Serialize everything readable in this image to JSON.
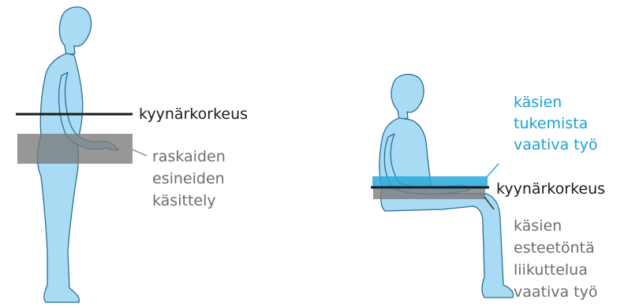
{
  "standing": {
    "elbow_label": "kyynärkorkeus",
    "zone_label_lines": [
      "raskaiden",
      "esineiden",
      "käsittely"
    ]
  },
  "seated": {
    "support_label_lines": [
      "käsien",
      "tukemista",
      "vaativa työ"
    ],
    "elbow_label": "kyynärkorkeus",
    "free_label_lines": [
      "käsien",
      "esteetöntä",
      "liikuttelua",
      "vaativa työ"
    ]
  },
  "colors": {
    "figure_fill": "#a9dcf4",
    "figure_outline": "#2a6f93",
    "heavy_zone": "#7a7a7a",
    "support_zone": "#29a9dc",
    "elbow_line": "#1a1a1a",
    "gray_text": "#6d6d6d",
    "blue_text": "#1aa0d6",
    "black_text": "#1a1a1a"
  }
}
